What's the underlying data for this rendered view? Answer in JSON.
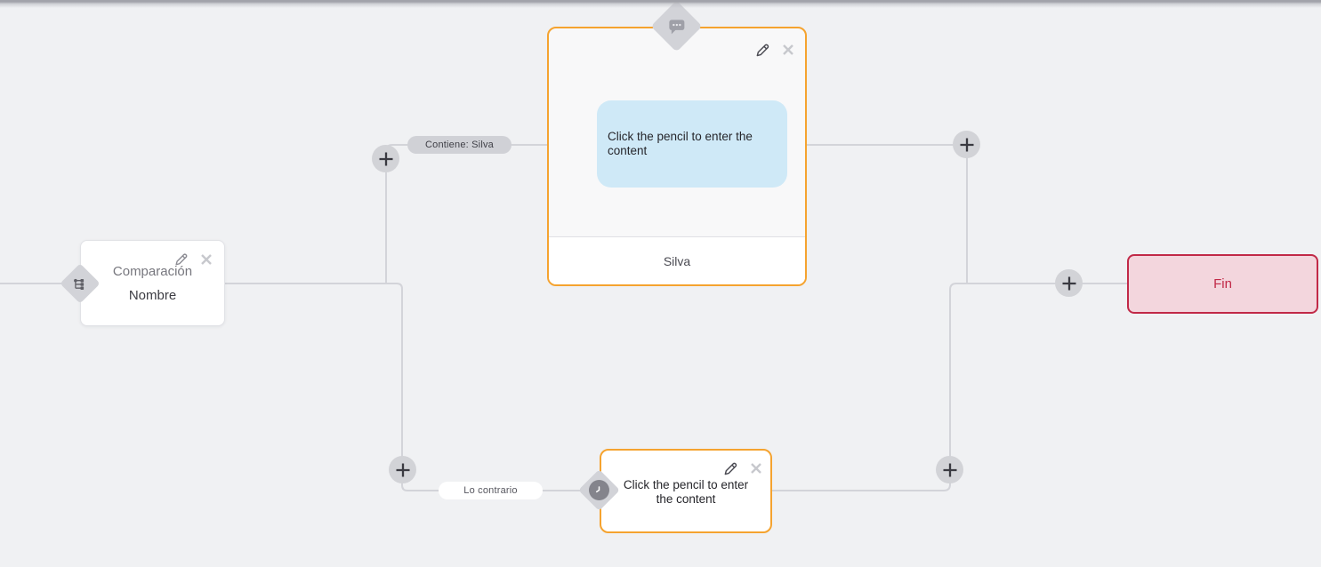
{
  "flow": {
    "condition_node": {
      "title": "Comparación",
      "subtitle": "Nombre",
      "type_icon": "tree-hierarchy-icon"
    },
    "message_node": {
      "bubble_text": "Click the pencil to enter the content",
      "footer_label": "Silva",
      "type_icon": "chat-bubble-icon"
    },
    "delay_node": {
      "placeholder_text": "Click the pencil to enter the content",
      "type_icon": "clock-icon"
    },
    "end_node": {
      "label": "Fin"
    },
    "edge_labels": {
      "top": "Contiene: Silva",
      "bottom": "Lo contrario"
    },
    "colors": {
      "canvas_bg": "#f0f1f3",
      "selected_border_orange": "#f5a32f",
      "edge_line_gray": "#d3d4d9",
      "bubble_blue": "#cfe9f7",
      "end_bg_pink": "#f3d6dd",
      "end_border_red": "#c12947",
      "pill_gray": "#d0d1d6"
    }
  }
}
